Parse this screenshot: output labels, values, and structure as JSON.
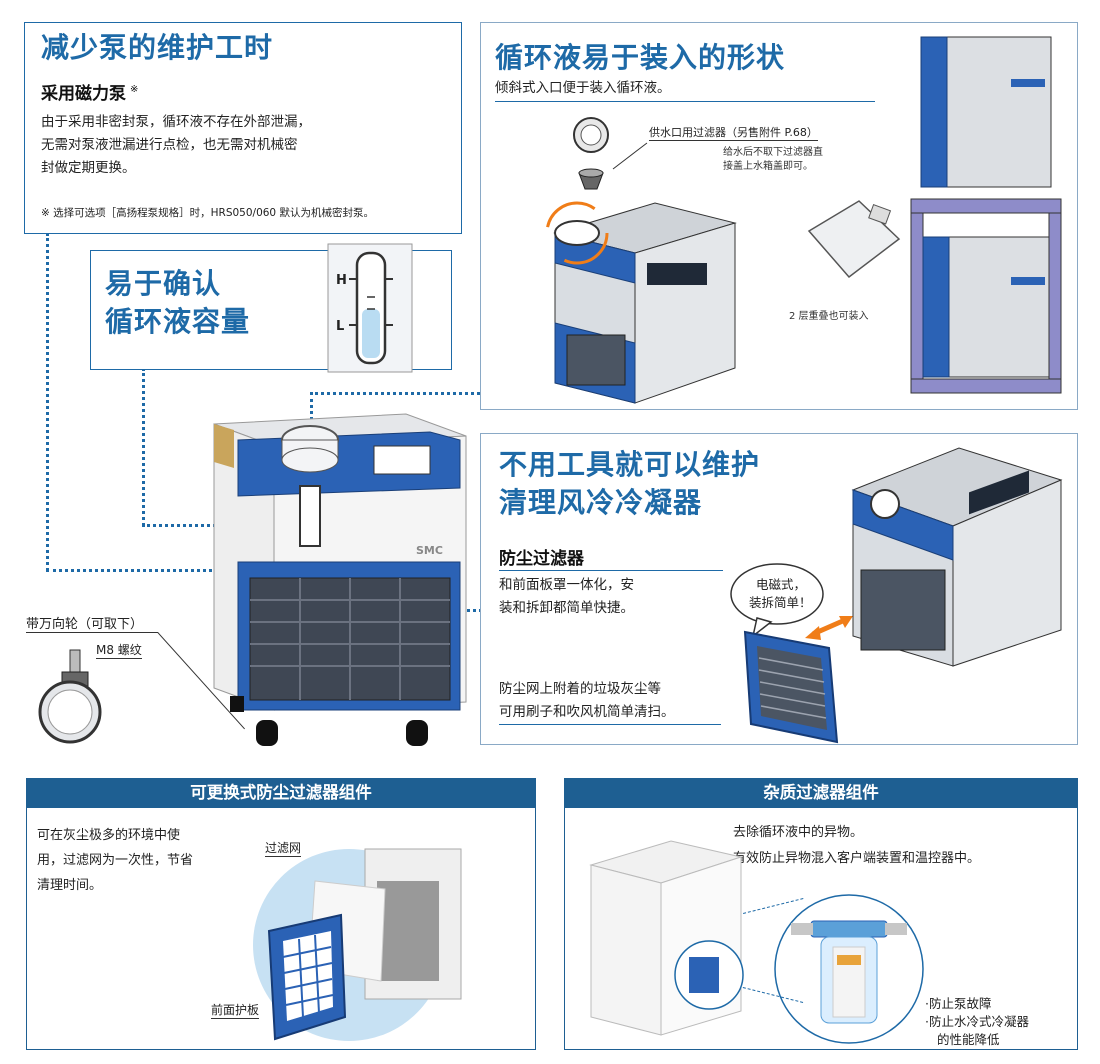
{
  "pump": {
    "title": "减少泵的维护工时",
    "subtitle": "采用磁力泵",
    "mark": "※",
    "lines": [
      "由于采用非密封泵，循环液不存在外部泄漏，",
      "无需对泵液泄漏进行点检，也无需对机械密",
      "封做定期更换。"
    ],
    "note": "※ 选择可选项［高扬程泵规格］时，HRS050/060 默认为机械密封泵。"
  },
  "level": {
    "title_l1": "易于确认",
    "title_l2": "循环液容量",
    "h": "H",
    "l": "L"
  },
  "inlet": {
    "title": "循环液易于装入的形状",
    "desc": "倾斜式入口便于装入循环液。",
    "filter_label": "供水口用过滤器（另售附件 P.68）",
    "filter_note_l1": "给水后不取下过滤器直",
    "filter_note_l2": "接盖上水箱盖即可。",
    "stack_note": "2 层重叠也可装入"
  },
  "condenser": {
    "title_l1": "不用工具就可以维护",
    "title_l2": "清理风冷冷凝器",
    "sub": "防尘过滤器",
    "desc_l1": "和前面板罩一体化，安",
    "desc_l2": "装和拆卸都简单快捷。",
    "bubble_l1": "电磁式，",
    "bubble_l2": "装拆简单！",
    "clean_l1": "防尘网上附着的垃圾灰尘等",
    "clean_l2": "可用刷子和吹风机简单清扫。"
  },
  "caster": {
    "label": "带万向轮（可取下）",
    "thread": "M8 螺纹"
  },
  "unit": {
    "logo": "SMC"
  },
  "dust_kit": {
    "header": "可更换式防尘过滤器组件",
    "lines": [
      "可在灰尘极多的环境中使",
      "用，过滤网为一次性，节省",
      "清理时间。"
    ],
    "mesh_label": "过滤网",
    "panel_label": "前面护板"
  },
  "particle_kit": {
    "header": "杂质过滤器组件",
    "line1": "去除循环液中的异物。",
    "line2": "有效防止异物混入客户端装置和温控器中。",
    "bullet1": "·防止泵故障",
    "bullet2": "·防止水冷式冷凝器",
    "bullet3": "的性能降低"
  },
  "colors": {
    "brand_blue": "#2b62b5",
    "title_blue": "#1e6aa7",
    "header_bar": "#1e5f92"
  }
}
